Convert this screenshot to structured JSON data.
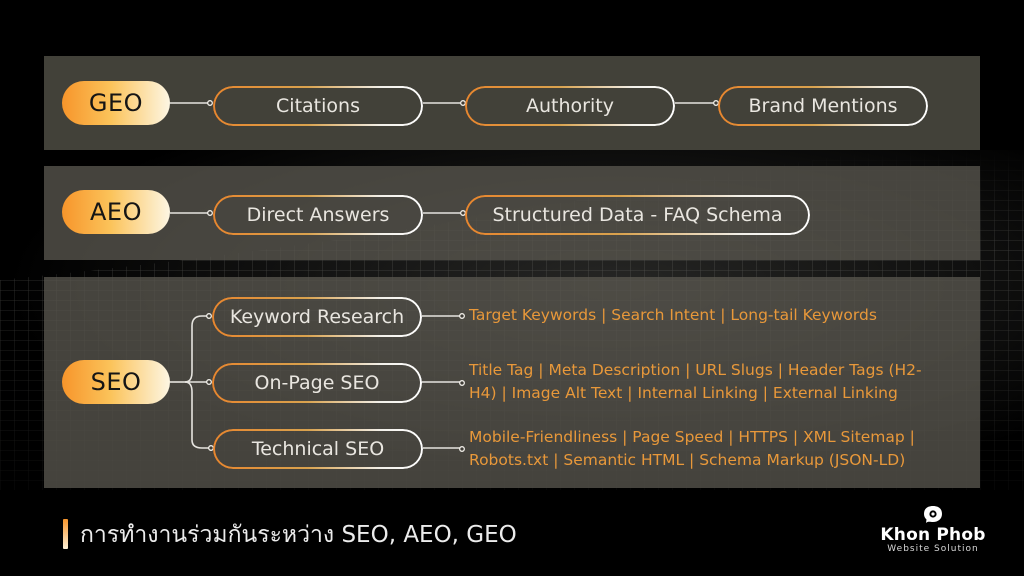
{
  "theme": {
    "accent": "#f7952b",
    "accent_light": "#fdf6e3",
    "detail_text": "#e8983a",
    "panel_bg": "#58564e",
    "background": "#000000"
  },
  "rows": {
    "geo": {
      "key": "GEO",
      "nodes": [
        "Citations",
        "Authority",
        "Brand Mentions"
      ]
    },
    "aeo": {
      "key": "AEO",
      "nodes": [
        "Direct Answers",
        "Structured Data - FAQ Schema"
      ]
    },
    "seo": {
      "key": "SEO",
      "branches": [
        {
          "label": "Keyword Research",
          "details": "Target Keywords | Search Intent | Long-tail Keywords"
        },
        {
          "label": "On-Page SEO",
          "details": "Title Tag | Meta Description | URL Slugs | Header Tags (H2-H4) | Image Alt Text | Internal Linking | External Linking"
        },
        {
          "label": "Technical SEO",
          "details": "Mobile-Friendliness | Page Speed | HTTPS | XML Sitemap | Robots.txt | Semantic HTML | Schema Markup (JSON-LD)"
        }
      ]
    }
  },
  "footer": {
    "title": "การทำงานร่วมกันระหว่าง SEO, AEO, GEO"
  },
  "logo": {
    "icon": "speech-bubble-lens-icon",
    "brand": "Khon Phob",
    "tagline": "Website Solution"
  }
}
